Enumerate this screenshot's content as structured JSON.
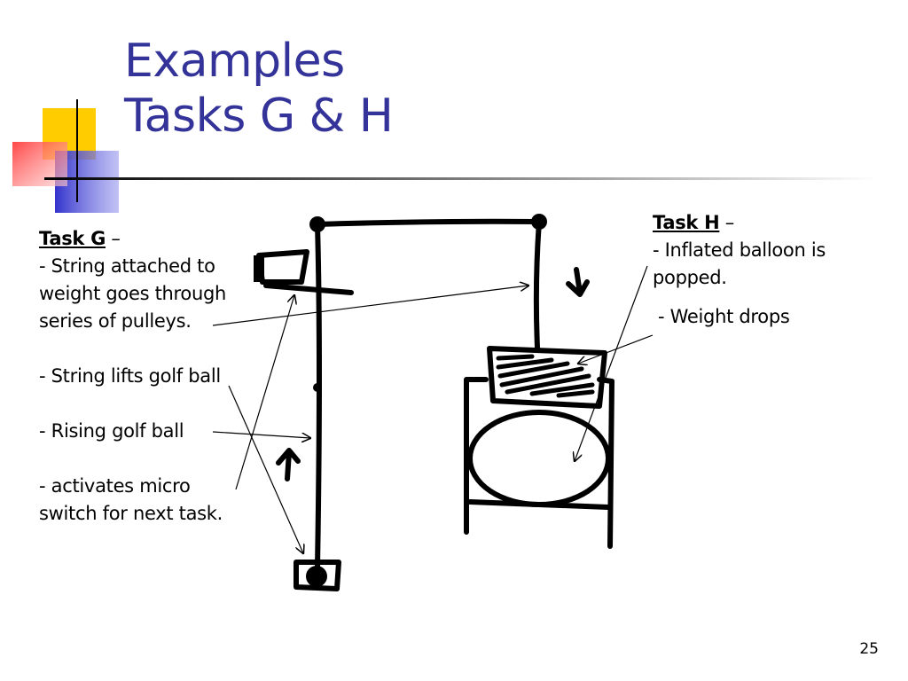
{
  "slide": {
    "title_line1": "Examples",
    "title_line2": "Tasks G & H",
    "page_number": "25",
    "accent_color": "#333399"
  },
  "task_g": {
    "heading": "Task G",
    "dash": " –",
    "lines": [
      "- String attached to",
      "weight goes through",
      "series of pulleys.",
      "",
      "- String lifts golf ball",
      "",
      "- Rising golf ball",
      "",
      "- activates micro",
      "switch for next task."
    ]
  },
  "task_h": {
    "heading": "Task H",
    "dash": " –",
    "line1": " - Inflated balloon is",
    "line2": "popped.",
    "line3": "- Weight drops"
  }
}
